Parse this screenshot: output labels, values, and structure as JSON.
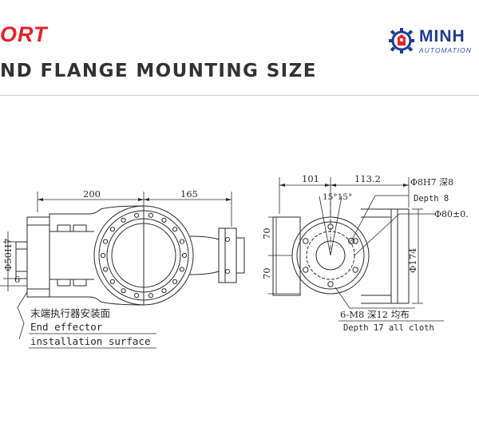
{
  "header": {
    "brand": "ORT",
    "title": "ND FLANGE MOUNTING SIZE",
    "logo": {
      "name": "MINH",
      "subtitle": "AUTOMATION"
    }
  },
  "side_view": {
    "dim_length_1": "200",
    "dim_length_2": "165",
    "dim_bore": "Φ50H7",
    "dim_depth": "6",
    "label_cn": "末端执行器安装面",
    "label_en_1": "End effector",
    "label_en_2": "installation surface"
  },
  "flange_view": {
    "dim_h1": "101",
    "dim_h2": "113.2",
    "dim_v1": "70",
    "dim_v2": "70",
    "angle": "15°15°",
    "hole_spec": "Φ8H7 深8",
    "hole_depth": "Depth 8",
    "pcd_label": "Φ80±0.",
    "outer_dia": "Φ174",
    "screw_spec": "6-M8 深12 均布",
    "screw_depth": "Depth 17 all cloth"
  },
  "colors": {
    "brand": "#e8202a",
    "logo": "#1f3a93",
    "line": "#2a2a2a"
  }
}
